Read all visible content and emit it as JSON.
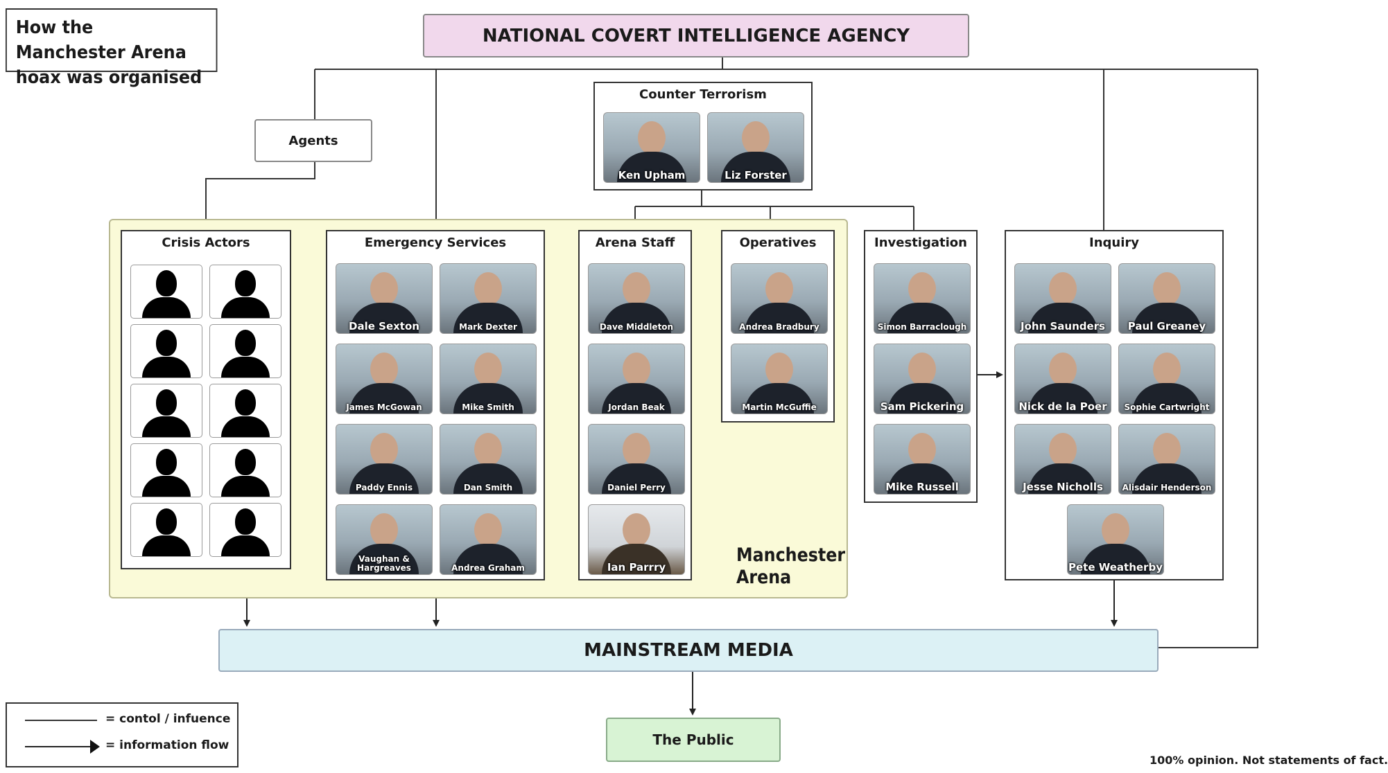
{
  "title": "How the Manchester Arena hoax was organised",
  "top_agency": "NATIONAL COVERT INTELLIGENCE AGENCY",
  "agents_label": "Agents",
  "media_label": "MAINSTREAM MEDIA",
  "public_label": "The Public",
  "arena_label": "Manchester Arena",
  "counter_terrorism": {
    "title": "Counter Terrorism",
    "people": [
      "Ken Upham",
      "Liz Forster"
    ]
  },
  "crisis_actors": {
    "title": "Crisis Actors",
    "count": 10
  },
  "emergency_services": {
    "title": "Emergency Services",
    "people": [
      "Dale Sexton",
      "Mark Dexter",
      "James McGowan",
      "Mike Smith",
      "Paddy Ennis",
      "Dan Smith",
      "Vaughan & Hargreaves",
      "Andrea Graham"
    ]
  },
  "arena_staff": {
    "title": "Arena Staff",
    "people": [
      "Dave Middleton",
      "Jordan Beak",
      "Daniel Perry",
      "Ian Parrry"
    ]
  },
  "operatives": {
    "title": "Operatives",
    "people": [
      "Andrea Bradbury",
      "Martin McGuffie"
    ]
  },
  "investigation": {
    "title": "Investigation",
    "people": [
      "Simon Barraclough",
      "Sam Pickering",
      "Mike Russell"
    ]
  },
  "inquiry": {
    "title": "Inquiry",
    "people": [
      "John Saunders",
      "Paul Greaney",
      "Nick de la Poer",
      "Sophie Cartwright",
      "Jesse Nicholls",
      "Alisdair Henderson",
      "Pete Weatherby"
    ]
  },
  "legend": {
    "control": "= contol / infuence",
    "info": "= information flow"
  },
  "disclaimer": "100% opinion.  Not statements of fact."
}
